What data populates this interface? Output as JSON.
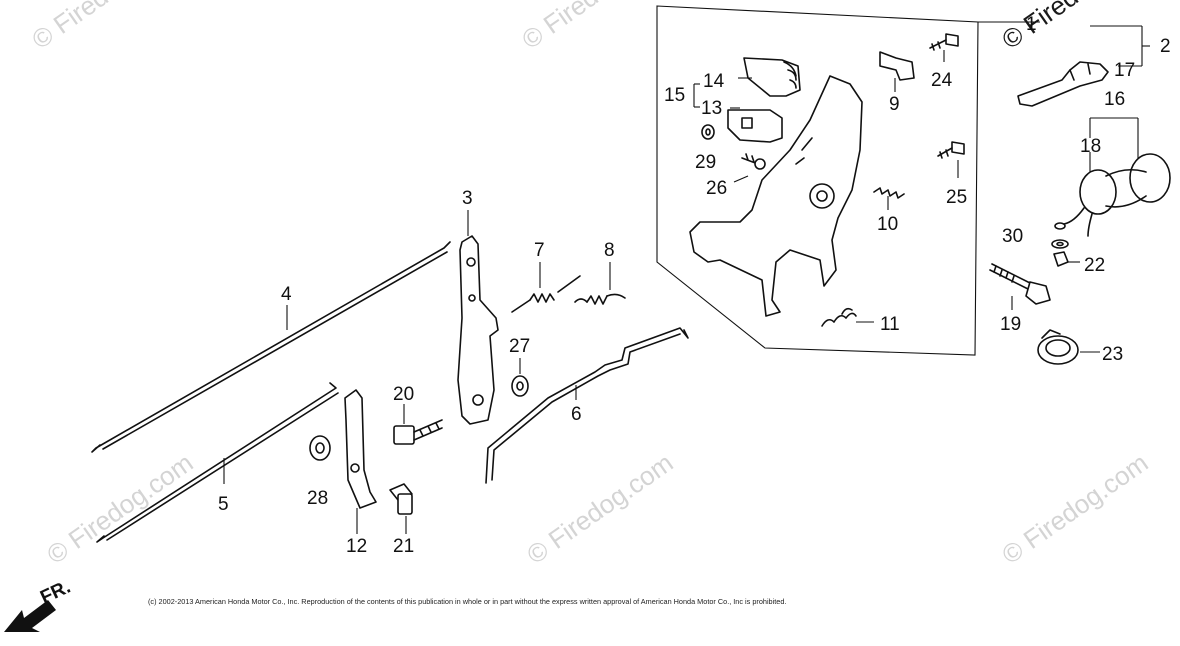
{
  "watermarks": {
    "text": "© Firedog",
    "text_full": "© Firedog.com"
  },
  "copyright": "(c) 2002-2013 American Honda Motor Co., Inc. Reproduction of the contents of this publication in whole or in part without the express written approval of American Honda Motor Co., Inc is prohibited.",
  "direction_label": "FR.",
  "callouts": {
    "p1": "1",
    "p2": "2",
    "p3": "3",
    "p4": "4",
    "p5": "5",
    "p6": "6",
    "p7": "7",
    "p8": "8",
    "p9": "9",
    "p10": "10",
    "p11": "11",
    "p12": "12",
    "p13": "13",
    "p14": "14",
    "p15": "15",
    "p16": "16",
    "p17": "17",
    "p18": "18",
    "p19": "19",
    "p20": "20",
    "p21": "21",
    "p22": "22",
    "p23": "23",
    "p24": "24",
    "p25": "25",
    "p26": "26",
    "p27": "27",
    "p28": "28",
    "p29": "29",
    "p30": "30"
  }
}
